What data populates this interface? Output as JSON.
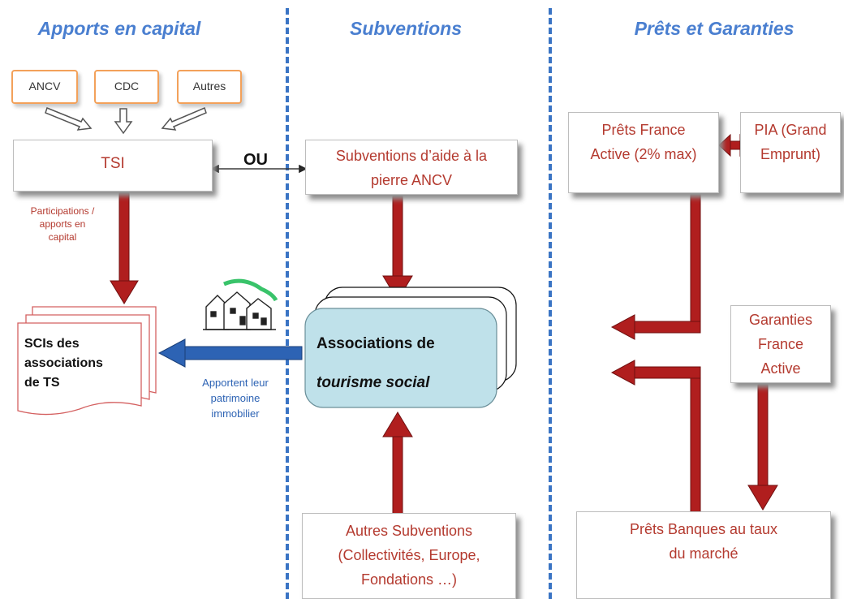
{
  "columns": {
    "apports": "Apports en capital",
    "subventions": "Subventions",
    "prets": "Prêts et Garanties"
  },
  "sources": [
    "ANCV",
    "CDC",
    "Autres"
  ],
  "tsi": "TSI",
  "ou": "OU",
  "participations": [
    "Participations /",
    "apports en",
    "capital"
  ],
  "scis": [
    "SCIs des",
    "associations",
    "de TS"
  ],
  "apportent": [
    "Apportent leur",
    "patrimoine",
    "immobilier"
  ],
  "subv_aide": [
    "Subventions d’aide à la",
    "pierre ANCV"
  ],
  "associations": [
    "Associations de",
    "tourisme social"
  ],
  "autres_subv": [
    "Autres Subventions",
    "(Collectivités, Europe,",
    "Fondations …)"
  ],
  "prets_france_active": [
    "Prêts France",
    "Active (2% max)"
  ],
  "pia": [
    "PIA (Grand",
    "Emprunt)"
  ],
  "garanties": [
    "Garanties",
    "France",
    "Active"
  ],
  "prets_banques": [
    "Prêts Banques au taux",
    "du marché"
  ],
  "colors": {
    "title": "#4a7fd0",
    "dash": "#3a74c4",
    "red": "#b01e1e",
    "blue": "#2d63b4",
    "orange": "#f3a15a",
    "assoc_fill": "#bfe1ea"
  },
  "icons": [
    "houses-icon"
  ]
}
